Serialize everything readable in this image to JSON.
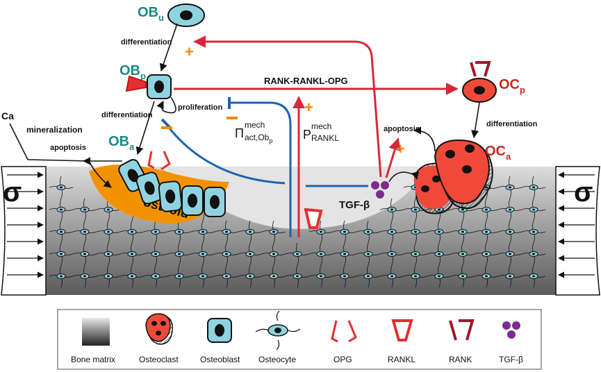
{
  "cells": {
    "ob_u": {
      "main": "OB",
      "sub": "u"
    },
    "ob_p": {
      "main": "OB",
      "sub": "p"
    },
    "ob_a": {
      "main": "OB",
      "sub": "a"
    },
    "oc_p": {
      "main": "OC",
      "sub": "p"
    },
    "oc_a": {
      "main": "OC",
      "sub": "a"
    }
  },
  "labels": {
    "differentiation": "differentiation",
    "proliferation": "proliferation",
    "apoptosis": "apoptosis",
    "mineralization": "mineralization",
    "ca": "Ca",
    "osteoid": "osteoid",
    "rank_rankl_opg": "RANK-RANKL-OPG",
    "tgf_beta": "TGF-β",
    "sigma": "σ",
    "plus": "+",
    "pi": {
      "main": "Π",
      "sup": "mech",
      "sub": "act,Ob",
      "subsub": "p"
    },
    "p_rankl": {
      "main": "P",
      "sup": "mech",
      "sub": "RANKL"
    }
  },
  "legend": {
    "items": [
      "Bone matrix",
      "Osteoclast",
      "Osteoblast",
      "Osteocyte",
      "OPG",
      "RANKL",
      "RANK",
      "TGF-β"
    ]
  },
  "colors": {
    "red_arrow": "#d8283a",
    "blue_arrow": "#1c63b0",
    "orange": "#f08a00",
    "osteoid": "#f39200",
    "teal": "#1a8a87",
    "oc_red": "#c8281e",
    "osteoclast_fill": "#f0493a",
    "osteoblast_fill": "#8fd3e0",
    "tgf_purple": "#7a2d8e",
    "rank_dark_red": "#a0182a"
  }
}
